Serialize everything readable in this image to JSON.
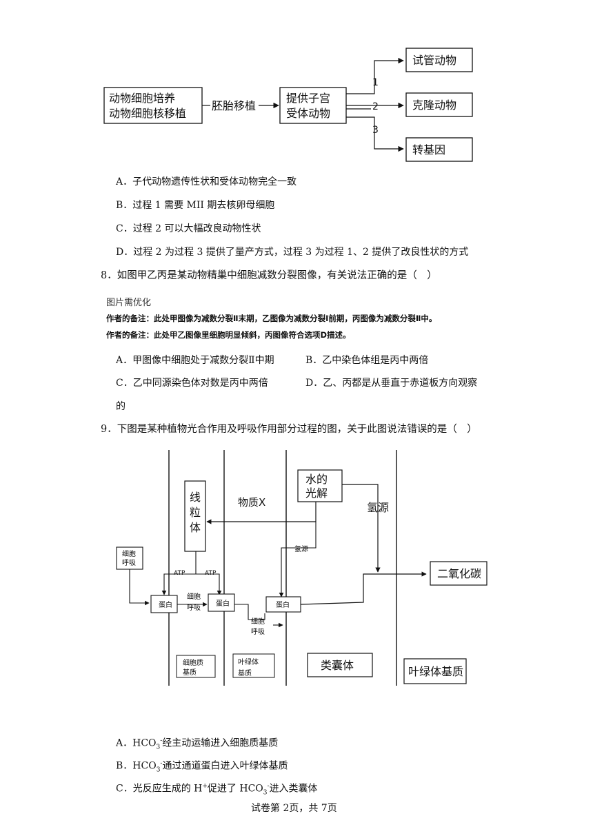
{
  "diagram1": {
    "box_left_line1": "动物细胞培养",
    "box_left_line2": "动物细胞核移植",
    "arrow_label": "胚胎移植",
    "box_mid_line1": "提供子宫",
    "box_mid_line2": "受体动物",
    "path1": "1",
    "path2": "2",
    "path3": "3",
    "out1": "试管动物",
    "out2": "克隆动物",
    "out3": "转基因"
  },
  "q7_options": [
    "A．子代动物遗传性状和受体动物完全一致",
    "B．过程 1 需要 MII 期去核卵母细胞",
    "C．过程 2 可以大幅改良动物性状",
    "D．过程 2 为过程 3 提供了量产方式，过程 3 为过程 1、2 提供了改良性状的方式"
  ],
  "q8": {
    "stem": "8．如图甲乙丙是某动物精巢中细胞减数分裂图像，有关说法正确的是（　）",
    "image_note": "图片需优化",
    "note1": "作者的备注：此处甲图像为减数分裂Ⅱ末期，乙图像为减数分裂Ⅰ前期，丙图像为减数分裂Ⅱ中。",
    "note2": "作者的备注：此处甲乙图像里细胞明显倾斜，丙图像符合选项D描述。",
    "optA": "A．甲图像中细胞处于减数分裂Ⅱ中期",
    "optB": "B．乙中染色体组是丙中两倍",
    "optC": "C．乙中同源染色体对数是丙中两倍",
    "optD": "D．乙、丙都是从垂直于赤道板方向观察",
    "optD_tail": "的"
  },
  "q9": {
    "stem": "9．下图是某种植物光合作用及呼吸作用部分过程的图，关于此图说法错误的是（　）"
  },
  "diagram2": {
    "water_line1": "水的",
    "water_line2": "光解",
    "substance_x": "物质X",
    "mito_1": "线",
    "mito_2": "粒",
    "mito_3": "体",
    "hydrogen_source": "氢源",
    "hydrogen_source_small": "氢源",
    "resp_box_1": "细胞",
    "resp_box_2": "呼吸",
    "atp1": "ATP",
    "atp2": "ATP",
    "resp_label_1": "细胞",
    "resp_label_2": "呼吸",
    "resp_label_3": "细胞",
    "resp_label_4": "呼吸",
    "protein1": "蛋白",
    "protein2": "蛋白",
    "protein3": "蛋白",
    "co2": "二氧化碳",
    "cytoplasm_1": "细胞质",
    "cytoplasm_2": "基质",
    "chloro_1": "叶绿体",
    "chloro_2": "基质",
    "thylakoid": "类囊体",
    "stroma": "叶绿体基质"
  },
  "q9_options": {
    "A_pre": "A．HCO",
    "A_sub": "3",
    "A_sup": "-",
    "A_post": "经主动运输进入细胞质基质",
    "B_pre": "B．HCO",
    "B_sub": "3",
    "B_sup": "-",
    "B_post": "通过通道蛋白进入叶绿体基质",
    "C_pre": "C．光反应生成的 H",
    "C_sup1": "+",
    "C_mid": "促进了 HCO",
    "C_sub": "3",
    "C_sup2": "-",
    "C_post": "进入类囊体"
  },
  "footer": "试卷第 2页，共 7页"
}
